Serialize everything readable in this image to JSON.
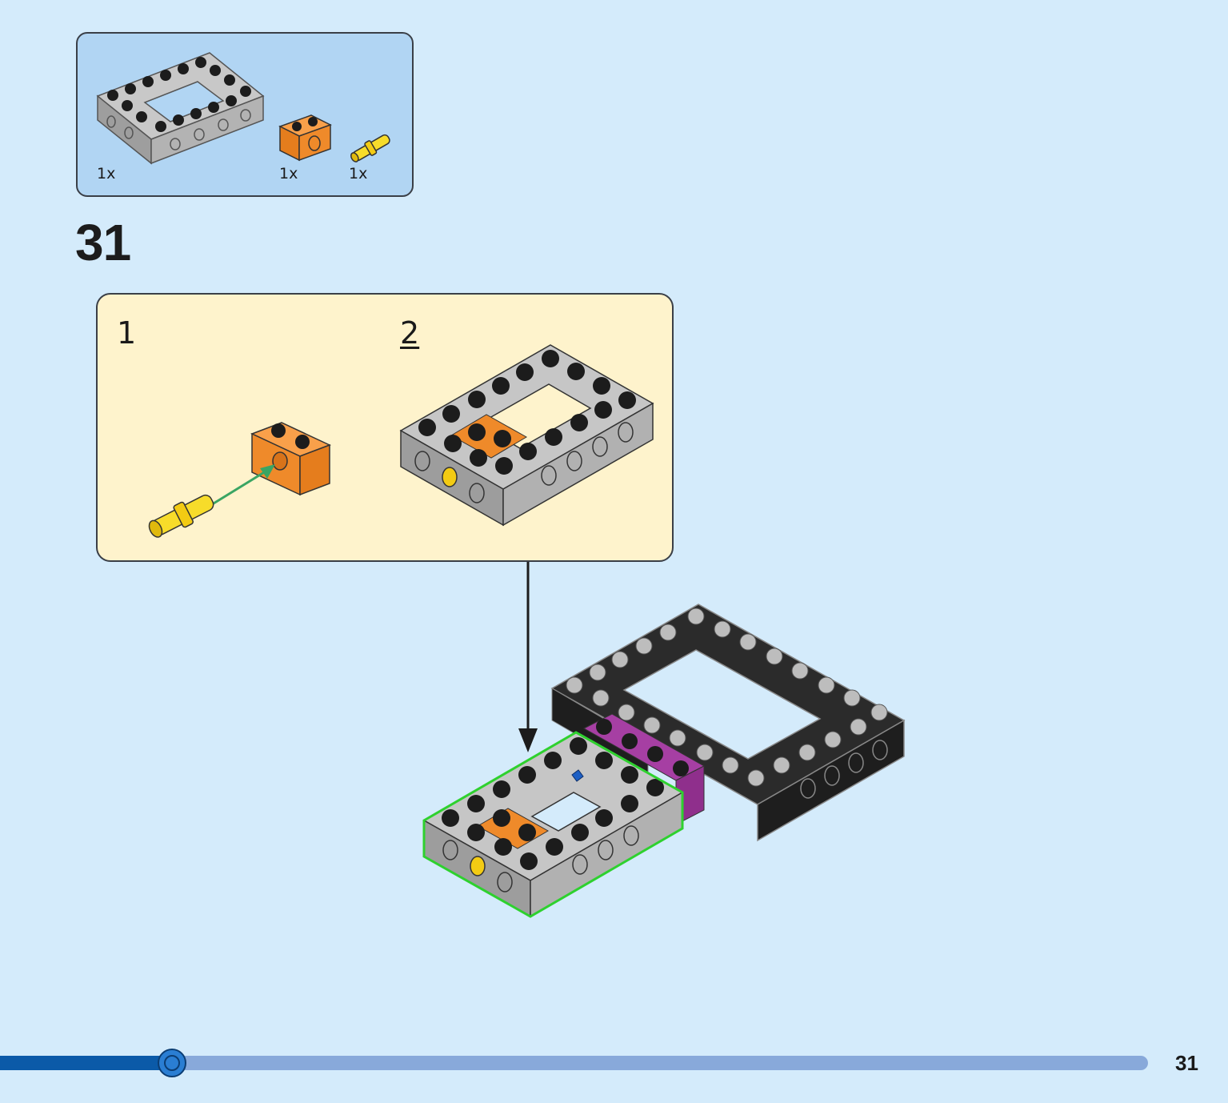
{
  "parts_callout": {
    "items": [
      {
        "part": "gray-open-frame-icon",
        "qty": "1x"
      },
      {
        "part": "orange-technic-brick-icon",
        "qty": "1x"
      },
      {
        "part": "yellow-technic-pin-icon",
        "qty": "1x"
      }
    ]
  },
  "step": {
    "number": "31"
  },
  "sub_steps": [
    {
      "number": "1"
    },
    {
      "number": "2"
    }
  ],
  "colors": {
    "background": "#d4ebfb",
    "parts_box": "#b1d5f3",
    "sub_box": "#fef3cc",
    "highlight_outline": "#2ed12e",
    "progress_fill": "#0b5aa8",
    "progress_track": "#88a9da"
  },
  "progress": {
    "fraction": 0.15
  },
  "footer": {
    "page_number": "31"
  }
}
